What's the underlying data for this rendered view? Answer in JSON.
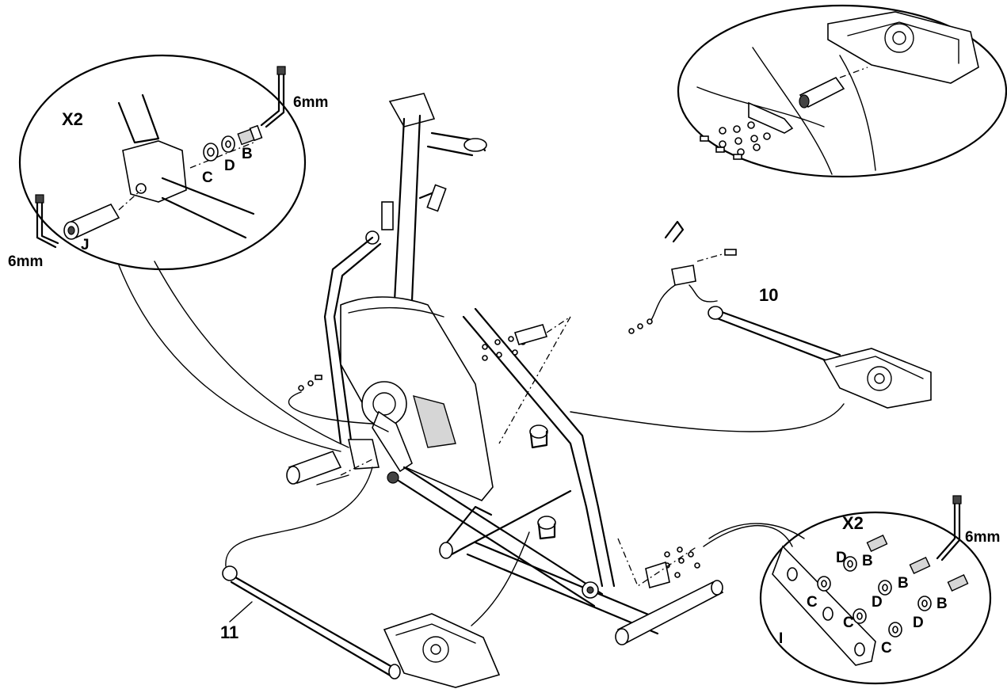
{
  "callout_top_left": {
    "multiplier": "X2",
    "tool_size_top": "6mm",
    "tool_size_left": "6mm",
    "part_b": "B",
    "part_c": "C",
    "part_d": "D",
    "part_j": "J"
  },
  "callout_bottom_right": {
    "multiplier": "X2",
    "tool_size": "6mm",
    "part_b_1": "B",
    "part_b_2": "B",
    "part_b_3": "B",
    "part_c_1": "C",
    "part_c_2": "C",
    "part_c_3": "C",
    "part_d_1": "D",
    "part_d_2": "D",
    "part_d_3": "D",
    "part_i": "I"
  },
  "parts": {
    "right_pedal_arm": "10",
    "left_pedal_arm": "11"
  }
}
